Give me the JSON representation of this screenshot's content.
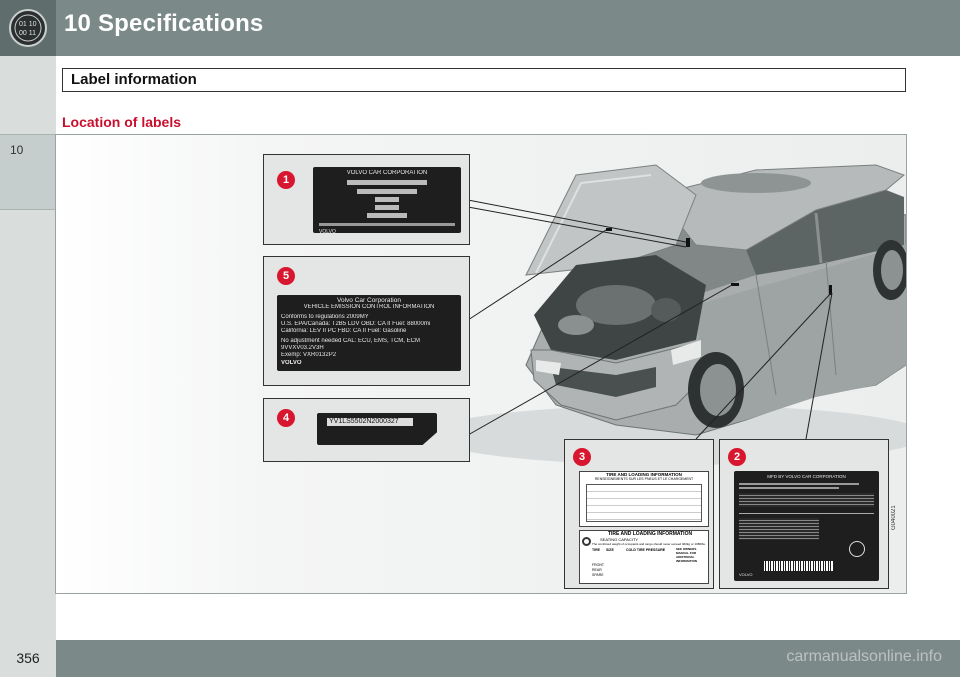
{
  "header": {
    "chapter_title": "10  Specifications",
    "chapter_icon": "dial-icon"
  },
  "section": {
    "title": "Label information"
  },
  "subsection": {
    "title": "Location of labels"
  },
  "side_tab": {
    "number": "10"
  },
  "figure": {
    "callouts": [
      "1",
      "5",
      "4",
      "3",
      "2"
    ],
    "label1": {
      "heading": "VOLVO CAR CORPORATION",
      "brand": "VOLVO"
    },
    "label5": {
      "lines": [
        "Volvo Car Corporation",
        "VEHICLE EMISSION CONTROL INFORMATION",
        "Conforms to regulations    2009MY",
        "U.S. EPA/Canada: T2B5 LDV  OBD: CA II  Fuel: 88000mi",
        "California: LEV II PC      FBD: CA II  Fuel: Gasoline",
        "No adjustment needed       CAL: ECU, EMS, TCM, ECM",
        "9VVXV03.2V3H",
        "Exemp: VXR0132P2"
      ],
      "brand": "VOLVO"
    },
    "label4": {
      "vin": "YV1LS5502N2000327"
    },
    "label3": {
      "title": "TIRE AND LOADING INFORMATION",
      "title_fr": "RENSEIGNEMENTS SUR LES PNEUS ET LE CHARGEMENT",
      "seating": "SEATING CAPACITY",
      "weight_note": "The combined weight of occupants and cargo should never exceed 460kg or 1086lbs.",
      "cols": [
        "TIRE",
        "SIZE",
        "COLD TIRE PRESSURE",
        "SEE OWNERS MANUAL FOR ADDITIONAL INFORMATION"
      ],
      "rows": [
        "FRONT",
        "REAR",
        "SPARE"
      ]
    },
    "label2": {
      "heading": "MFD BY VOLVO CAR CORPORATION",
      "brand": "VOLVO"
    },
    "ref_code": "G040021"
  },
  "footer": {
    "page_number": "356",
    "watermark": "carmanualsonline.info"
  },
  "colors": {
    "header_bg": "#7b8a89",
    "accent_red": "#c8102e",
    "callout_red": "#d7172f"
  }
}
